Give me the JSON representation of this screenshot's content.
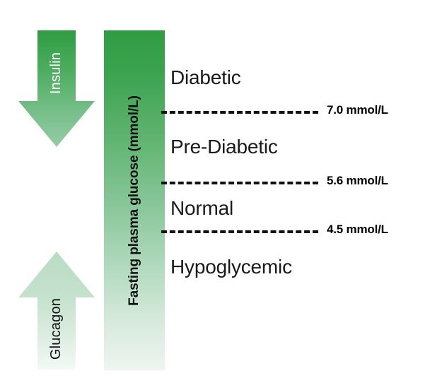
{
  "figure": {
    "axis_label": "Fasting plasma glucose (mmol/L)",
    "column_color_top": "#2f9c42",
    "column_color_bottom": "#eef5f0"
  },
  "hormones": [
    {
      "name": "insulin",
      "label": "Insulin",
      "direction": "down",
      "text_color": "#ffffff",
      "color_start": "#2f9c42",
      "color_end": "#8fc9a0"
    },
    {
      "name": "glucagon",
      "label": "Glucagon",
      "direction": "up",
      "text_color": "#111111",
      "color_start": "#bcdcc6",
      "color_end": "#f2f8f4"
    }
  ],
  "bands": [
    {
      "label": "Diabetic"
    },
    {
      "label": "Pre-Diabetic"
    },
    {
      "label": "Normal"
    },
    {
      "label": "Hypoglycemic"
    }
  ],
  "thresholds": [
    {
      "value": "7.0 mmol/L"
    },
    {
      "value": "5.6 mmol/L"
    },
    {
      "value": "4.5 mmol/L"
    }
  ],
  "chart_data": {
    "type": "bar",
    "title": "",
    "ylabel": "Fasting plasma glucose (mmol/L)",
    "xlabel": "",
    "categories": [
      "Hypoglycemic",
      "Normal",
      "Pre-Diabetic",
      "Diabetic"
    ],
    "thresholds": [
      4.5,
      5.6,
      7.0
    ],
    "threshold_labels": [
      "4.5 mmol/L",
      "5.6 mmol/L",
      "7.0 mmol/L"
    ],
    "annotations": [
      "Insulin",
      "Glucagon"
    ],
    "grid": false,
    "legend": "none"
  }
}
